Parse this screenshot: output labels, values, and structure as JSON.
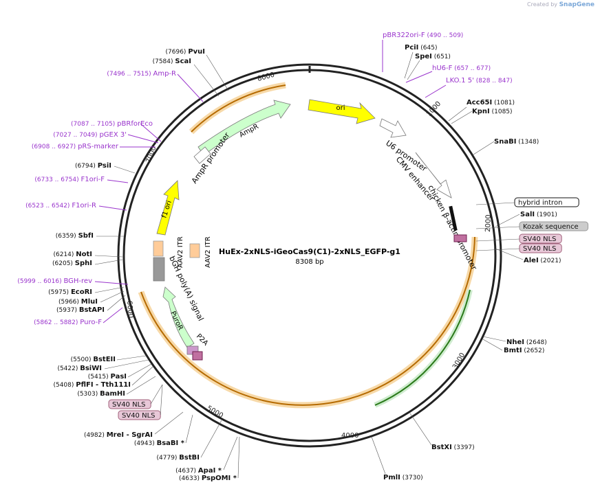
{
  "credit": {
    "prefix": "Created by",
    "brand": "SnapGene"
  },
  "plasmid": {
    "name": "HuEx-2xNLS-iGeoCas9(C1)-2xNLS_EGFP-g1",
    "size": "8308 bp"
  },
  "ticks": [
    "1000",
    "2000",
    "3000",
    "4000",
    "5000",
    "6000",
    "7000",
    "8000"
  ],
  "features": [
    {
      "label": "ori",
      "color": "#ffff00"
    },
    {
      "label": "U6 promoter",
      "color": "#ffffff"
    },
    {
      "label": "CMV enhancer",
      "color": "#ffffff"
    },
    {
      "label": "chicken β-actin promoter",
      "color": "#ffffff"
    },
    {
      "label": "AmpR",
      "color": "#ccffcc"
    },
    {
      "label": "AmpR promoter",
      "color": "#ffffff"
    },
    {
      "label": "f1 ori",
      "color": "#ffff00"
    },
    {
      "label": "AAV2 ITR",
      "color": "#ffcc99"
    },
    {
      "label": "AAV2 ITR",
      "color": "#ffcc99"
    },
    {
      "label": "bGH poly(A) signal",
      "color": "#999999"
    },
    {
      "label": "PuroR",
      "color": "#ccffcc"
    },
    {
      "label": "P2A",
      "color": "#cc99cc"
    }
  ],
  "enzymes_right": [
    {
      "name": "PciI",
      "pos": "(645)"
    },
    {
      "name": "SpeI",
      "pos": "(651)"
    },
    {
      "name": "Acc65I",
      "pos": "(1081)"
    },
    {
      "name": "KpnI",
      "pos": "(1085)"
    },
    {
      "name": "SnaBI",
      "pos": "(1348)"
    },
    {
      "name": "SalI",
      "pos": "(1901)"
    },
    {
      "name": "AleI",
      "pos": "(2021)"
    },
    {
      "name": "NheI",
      "pos": "(2648)"
    },
    {
      "name": "BmtI",
      "pos": "(2652)"
    },
    {
      "name": "BstXI",
      "pos": "(3397)"
    },
    {
      "name": "PmlI",
      "pos": "(3730)"
    }
  ],
  "primers_right": [
    {
      "name": "pBR322ori-F",
      "pos": "(490 .. 509)"
    },
    {
      "name": "hU6-F",
      "pos": "(657 .. 677)"
    },
    {
      "name": "LKO.1 5'",
      "pos": "(828 .. 847)"
    }
  ],
  "boxed_right": [
    {
      "label": "hybrid intron"
    },
    {
      "label": "Kozak sequence"
    },
    {
      "label": "SV40 NLS"
    },
    {
      "label": "SV40 NLS"
    }
  ],
  "enzymes_left": [
    {
      "name": "PvuI",
      "pos": "(7696)"
    },
    {
      "name": "ScaI",
      "pos": "(7584)"
    },
    {
      "name": "PsiI",
      "pos": "(6794)"
    },
    {
      "name": "SbfI",
      "pos": "(6359)"
    },
    {
      "name": "NotI",
      "pos": "(6214)"
    },
    {
      "name": "SphI",
      "pos": "(6205)"
    },
    {
      "name": "EcoRI",
      "pos": "(5975)"
    },
    {
      "name": "MluI",
      "pos": "(5966)"
    },
    {
      "name": "BstAPI",
      "pos": "(5937)"
    },
    {
      "name": "BstEII",
      "pos": "(5500)"
    },
    {
      "name": "BsiWI",
      "pos": "(5422)"
    },
    {
      "name": "PasI",
      "pos": "(5415)"
    },
    {
      "name": "PflFI - Tth111I",
      "pos": "(5408)"
    },
    {
      "name": "BamHI",
      "pos": "(5303)"
    },
    {
      "name": "MreI - SgrAI",
      "pos": "(4982)"
    },
    {
      "name": "BsaBI *",
      "pos": "(4943)"
    },
    {
      "name": "BstBI",
      "pos": "(4779)"
    },
    {
      "name": "ApaI *",
      "pos": "(4637)"
    },
    {
      "name": "PspOMI *",
      "pos": "(4633)"
    }
  ],
  "primers_left": [
    {
      "name": "Amp-R",
      "pos": "(7496 .. 7515)"
    },
    {
      "name": "pBRforEco",
      "pos": "(7087 .. 7105)"
    },
    {
      "name": "pGEX 3'",
      "pos": "(7027 .. 7049)"
    },
    {
      "name": "pRS-marker",
      "pos": "(6908 .. 6927)"
    },
    {
      "name": "F1ori-F",
      "pos": "(6733 .. 6754)"
    },
    {
      "name": "F1ori-R",
      "pos": "(6523 .. 6542)"
    },
    {
      "name": "BGH-rev",
      "pos": "(5999 .. 6016)"
    },
    {
      "name": "Puro-F",
      "pos": "(5862 .. 5882)"
    }
  ],
  "boxed_left": [
    {
      "label": "SV40 NLS"
    },
    {
      "label": "SV40 NLS"
    }
  ],
  "colors": {
    "primer": "#9933cc",
    "backbone": "#222222",
    "orange_feature": "#f0c060",
    "green_feature": "#ccffcc"
  }
}
